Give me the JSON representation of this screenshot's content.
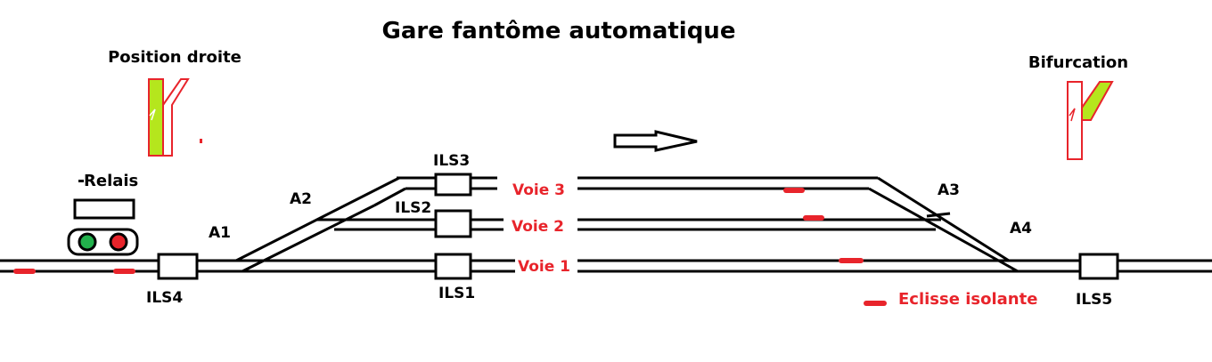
{
  "title": "Gare fantôme automatique",
  "signals": {
    "left_caption": "Position droite",
    "right_caption": "Bifurcation",
    "active_color": "#b5e61d",
    "outline_color": "#e8242b"
  },
  "relay": {
    "label": "Relais",
    "led_colors": [
      "#22b14c",
      "#e8242b"
    ]
  },
  "switches": {
    "a1": "A1",
    "a2": "A2",
    "a3": "A3",
    "a4": "A4"
  },
  "sensors": {
    "ils1": "ILS1",
    "ils2": "ILS2",
    "ils3": "ILS3",
    "ils4": "ILS4",
    "ils5": "ILS5"
  },
  "tracks": {
    "voie1": "Voie 1",
    "voie2": "Voie 2",
    "voie3": "Voie 3"
  },
  "legend": {
    "eclisse": "Eclisse isolante",
    "eclisse_color": "#e8242b"
  },
  "direction": "right"
}
